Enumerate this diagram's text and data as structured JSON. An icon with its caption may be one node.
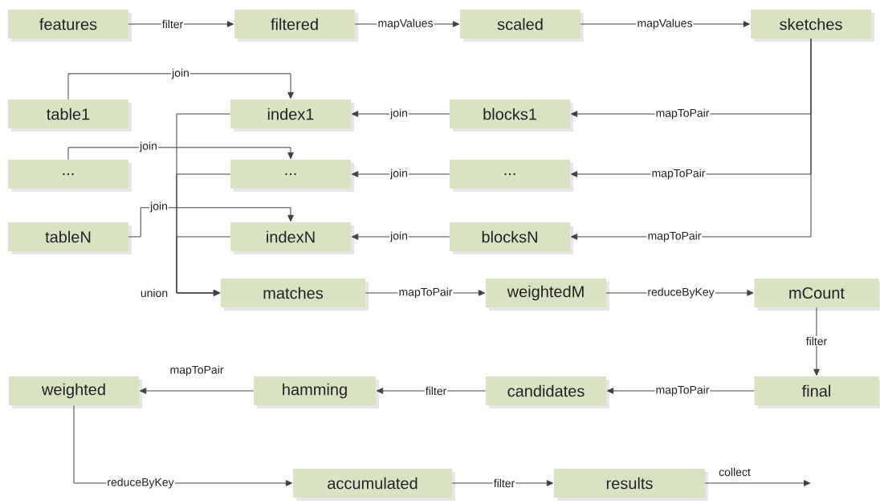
{
  "diagram": {
    "nodes": [
      {
        "text": [
          "features"
        ]
      },
      {
        "text": [
          "filtered"
        ]
      },
      {
        "text": [
          "scaled"
        ]
      },
      {
        "text": [
          "sketches"
        ]
      },
      {
        "text": [
          "table1"
        ]
      },
      {
        "text": [
          "index1"
        ]
      },
      {
        "text": [
          "blocks1"
        ]
      },
      {
        "text": [
          "..."
        ]
      },
      {
        "text": [
          "..."
        ]
      },
      {
        "text": [
          "..."
        ]
      },
      {
        "text": [
          "tableN"
        ]
      },
      {
        "text": [
          "indexN"
        ]
      },
      {
        "text": [
          "blocksN"
        ]
      },
      {
        "text": [
          "matches"
        ]
      },
      {
        "text": [
          "weightedM"
        ]
      },
      {
        "text": [
          "mCount"
        ]
      },
      {
        "text": [
          "weighted"
        ]
      },
      {
        "text": [
          "hamming"
        ]
      },
      {
        "text": [
          "candidates"
        ]
      },
      {
        "text": [
          "final"
        ]
      },
      {
        "text": [
          "accumulated"
        ]
      },
      {
        "text": [
          "results"
        ]
      }
    ],
    "edges": [
      {
        "from": 0,
        "to": 1,
        "arrow": "to",
        "label": "filter"
      },
      {
        "from": 1,
        "to": 2,
        "arrow": "to",
        "label": "mapValues"
      },
      {
        "from": 2,
        "to": 3,
        "arrow": "to",
        "label": "mapValues"
      },
      {
        "from": 3,
        "to": 6,
        "arrow": "to",
        "label": "mapToPair"
      },
      {
        "from": 3,
        "to": 9,
        "arrow": "to",
        "label": "mapToPair"
      },
      {
        "from": 3,
        "to": 12,
        "arrow": "to",
        "label": "mapToPair"
      },
      {
        "from": 6,
        "to": 5,
        "arrow": "to",
        "label": "join"
      },
      {
        "from": 9,
        "to": 8,
        "arrow": "to",
        "label": "join"
      },
      {
        "from": 12,
        "to": 11,
        "arrow": "to",
        "label": "join"
      },
      {
        "from": 4,
        "to": 5,
        "arrow": "to",
        "label": "join"
      },
      {
        "from": 7,
        "to": 8,
        "arrow": "to",
        "label": "join"
      },
      {
        "from": 10,
        "to": 11,
        "arrow": "to",
        "label": "join"
      },
      {
        "from": 5,
        "to": 13,
        "arrow": "to"
      },
      {
        "from": 8,
        "to": 13,
        "arrow": "to"
      },
      {
        "from": 11,
        "to": 13,
        "arrow": "to",
        "label": "union"
      },
      {
        "from": 13,
        "to": 14,
        "arrow": "to",
        "label": "mapToPair"
      },
      {
        "from": 14,
        "to": 15,
        "arrow": "to",
        "label": "reduceByKey"
      },
      {
        "from": 15,
        "to": 19,
        "arrow": "to",
        "label": "filter"
      },
      {
        "from": 19,
        "to": 18,
        "arrow": "to",
        "label": "mapToPair"
      },
      {
        "from": 18,
        "to": 17,
        "arrow": "to",
        "label": "filter"
      },
      {
        "from": 17,
        "to": 16,
        "arrow": "to",
        "label": "mapToPair"
      },
      {
        "from": 16,
        "to": 20,
        "arrow": "to",
        "label": "reduceByKey"
      },
      {
        "from": 20,
        "to": 21,
        "arrow": "to",
        "label": "filter"
      },
      {
        "from": 21,
        "to": null,
        "arrow": "to",
        "label": "collect"
      }
    ]
  }
}
